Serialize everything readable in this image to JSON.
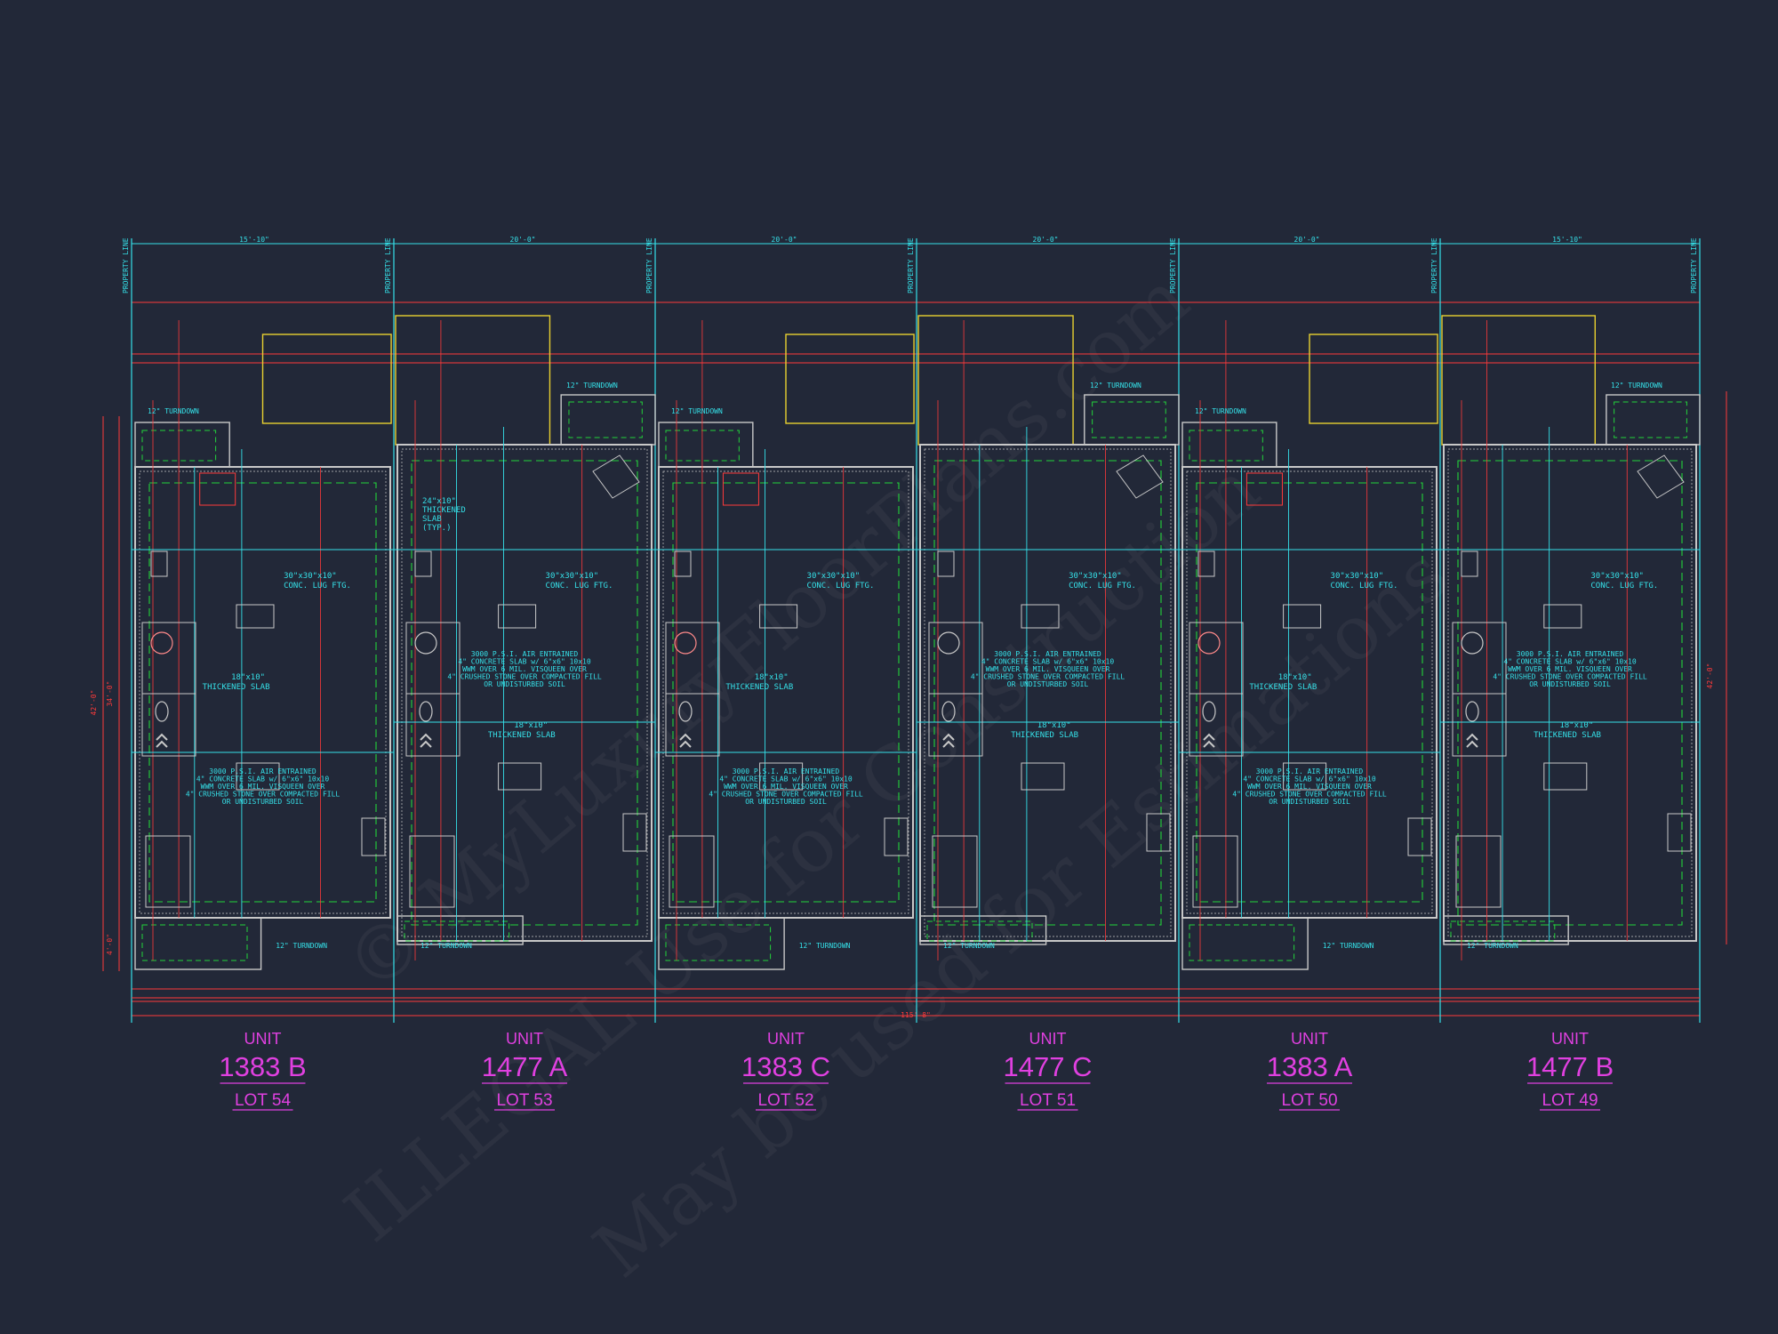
{
  "colors": {
    "background": "#222838",
    "walls": "#c8c8c8",
    "dimension_red": "#ff3a3a",
    "annotation_cyan": "#35e0e8",
    "footing_green": "#22d33a",
    "porch_yellow": "#e8d030",
    "label_magenta": "#e040e0"
  },
  "watermark": {
    "line1": "© MyLuxuryFloorPlans.com",
    "line2": "ILLEGAL Use for Construction",
    "line3": "May be used for Estimations"
  },
  "overall": {
    "top_dims": [
      "15'-10\"",
      "20'-0\"",
      "20'-0\"",
      "20'-0\"",
      "20'-0\"",
      "15'-10\""
    ],
    "total_width": "115'-8\"",
    "left_depths": [
      "42'-0\"",
      "34'-0\"",
      "4'-0\""
    ],
    "right_depth": "42'-0\"",
    "property_line": "PROPERTY LINE"
  },
  "notes": {
    "turndown": "12\" TURNDOWN",
    "lug_ftg_1": "30\"x30\"x10\"",
    "lug_ftg_2": "CONC. LUG FTG.",
    "thick_slab_1": "18\"x10\"",
    "thick_slab_2": "THICKENED SLAB",
    "typ_slab": [
      "24\"x10\"",
      "THICKENED",
      "SLAB",
      "(TYP.)"
    ],
    "slab_spec": [
      "3000 P.S.I. AIR ENTRAINED",
      "4\" CONCRETE SLAB w/ 6\"x6\" 10x10",
      "WWM OVER 6 MIL. VISQUEEN OVER",
      "4\" CRUSHED STONE OVER COMPACTED FILL",
      "OR UNDISTURBED SOIL"
    ]
  },
  "units": [
    {
      "word": "UNIT",
      "number": "1383 B",
      "lot": "LOT 54"
    },
    {
      "word": "UNIT",
      "number": "1477 A",
      "lot": "LOT 53"
    },
    {
      "word": "UNIT",
      "number": "1383 C",
      "lot": "LOT 52"
    },
    {
      "word": "UNIT",
      "number": "1477 C",
      "lot": "LOT 51"
    },
    {
      "word": "UNIT",
      "number": "1383 A",
      "lot": "LOT 50"
    },
    {
      "word": "UNIT",
      "number": "1477 B",
      "lot": "LOT 49"
    }
  ]
}
